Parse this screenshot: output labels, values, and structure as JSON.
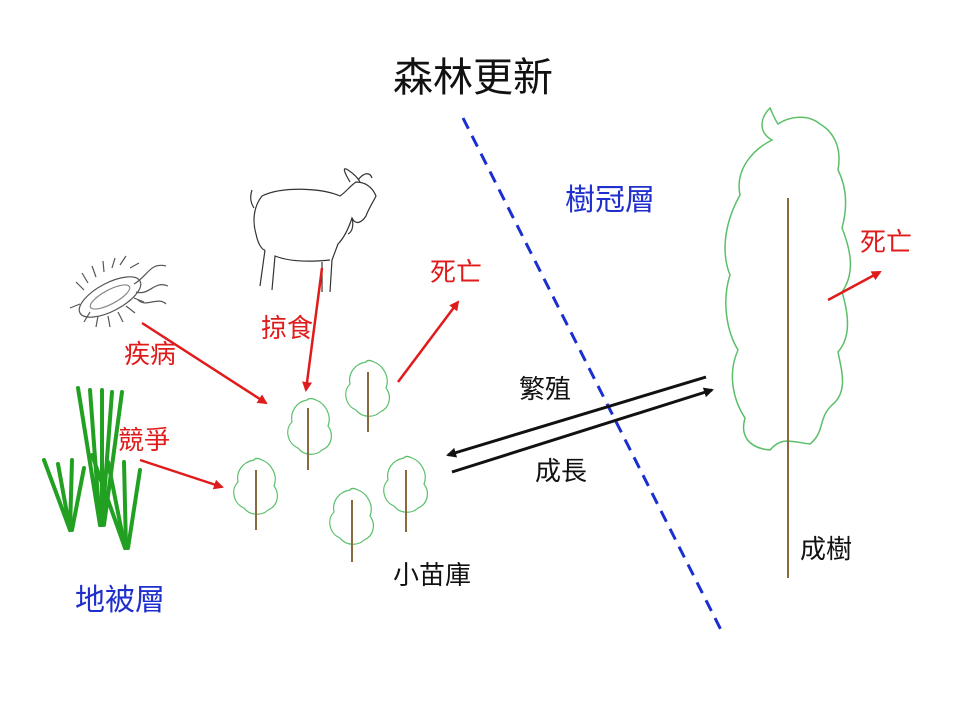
{
  "title": "森林更新",
  "labels": {
    "canopy_layer": "樹冠層",
    "ground_layer": "地被層",
    "seedling_bank": "小苗庫",
    "mature_tree": "成樹",
    "reproduction": "繁殖",
    "growth": "成長",
    "disease": "疾病",
    "predation": "掠食",
    "competition": "競爭",
    "death_seedling": "死亡",
    "death_tree": "死亡"
  },
  "icons": [
    "bacterium-icon",
    "goat-icon",
    "grass-icon",
    "sapling-icon",
    "tree-icon"
  ],
  "colors": {
    "layer_text": "#1f2fcc",
    "threat": "#e01b1b",
    "tree_outline": "#5bbf6a",
    "trunk": "#8a6a3c",
    "grass": "#22a022",
    "divider": "#1a2fd0",
    "text": "#111111"
  }
}
